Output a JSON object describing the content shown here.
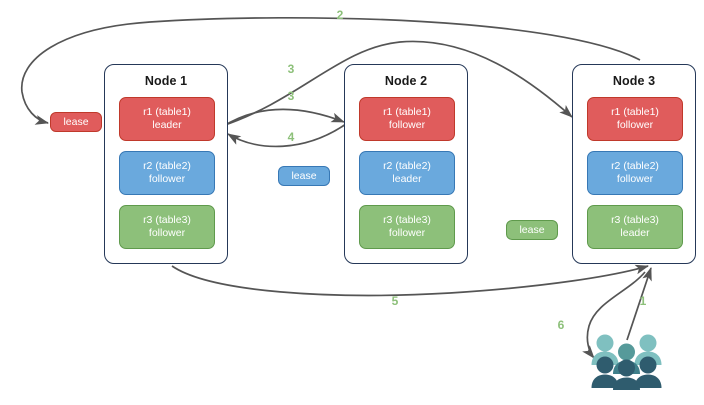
{
  "diagram": {
    "title": "Raft multi-replica lease diagram",
    "colors": {
      "red": "#e05c5c",
      "red_border": "#c0392b",
      "blue": "#6aa9dd",
      "blue_border": "#3778b5",
      "green": "#8dc07a",
      "green_border": "#5f9a4c",
      "node_border": "#253858",
      "edge": "#555555",
      "label": "#8dc07a",
      "user_light": "#7fc0c0",
      "user_mid": "#569a9a",
      "user_dark": "#2f5c6e"
    }
  },
  "nodes": [
    {
      "title": "Node 1",
      "replicas": [
        {
          "name": "r1 (table1)",
          "role": "leader",
          "color": "red"
        },
        {
          "name": "r2 (table2)",
          "role": "follower",
          "color": "blue"
        },
        {
          "name": "r3 (table3)",
          "role": "follower",
          "color": "green"
        }
      ]
    },
    {
      "title": "Node 2",
      "replicas": [
        {
          "name": "r1 (table1)",
          "role": "follower",
          "color": "red"
        },
        {
          "name": "r2 (table2)",
          "role": "leader",
          "color": "blue"
        },
        {
          "name": "r3 (table3)",
          "role": "follower",
          "color": "green"
        }
      ]
    },
    {
      "title": "Node 3",
      "replicas": [
        {
          "name": "r1 (table1)",
          "role": "follower",
          "color": "red"
        },
        {
          "name": "r2 (table2)",
          "role": "follower",
          "color": "blue"
        },
        {
          "name": "r3 (table3)",
          "role": "leader",
          "color": "green"
        }
      ]
    }
  ],
  "leases": [
    {
      "label": "lease",
      "color": "red",
      "for": "r1-table1"
    },
    {
      "label": "lease",
      "color": "blue",
      "for": "r2-table2"
    },
    {
      "label": "lease",
      "color": "green",
      "for": "r3-table3"
    }
  ],
  "steps": [
    {
      "id": "1",
      "label": "1",
      "from": "client",
      "to": "node-3"
    },
    {
      "id": "2",
      "label": "2",
      "from": "node-3",
      "to": "lease-red"
    },
    {
      "id": "3a",
      "label": "3",
      "from": "node-1-r1",
      "to": "node-3-r1"
    },
    {
      "id": "3b",
      "label": "3",
      "from": "node-1-r1",
      "to": "node-2-r1"
    },
    {
      "id": "4",
      "label": "4",
      "from": "node-2-r1",
      "to": "node-1-r1"
    },
    {
      "id": "5",
      "label": "5",
      "from": "node-1",
      "to": "node-3"
    },
    {
      "id": "6",
      "label": "6",
      "from": "node-3",
      "to": "client"
    }
  ],
  "icons": {
    "users": "users-group-icon"
  }
}
